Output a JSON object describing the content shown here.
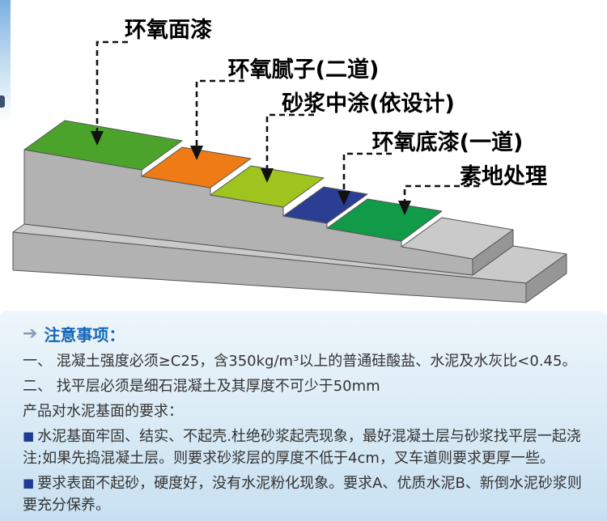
{
  "diagram": {
    "labels": [
      {
        "text": "环氧面漆"
      },
      {
        "text": "环氧腻子(二道)"
      },
      {
        "text": "砂浆中涂(依设计)"
      },
      {
        "text": "环氧底漆(一道)"
      },
      {
        "text": "素地处理"
      }
    ],
    "colors": {
      "topcoat": "#4ca32c",
      "putty": "#ee7b16",
      "mortar": "#9fc41e",
      "primer": "#2a3f93",
      "base_treatment": "#119a48",
      "concrete_top": "#cacaca",
      "concrete_front": "#b2b2b2",
      "concrete_side": "#969696"
    }
  },
  "notes": {
    "header": {
      "arrow": "➔",
      "title": "注意事项："
    },
    "lines": [
      {
        "text": "一、 混凝土强度必须≥C25，含350kg/m³以上的普通硅酸盐、水泥及水灰比<0.45。"
      },
      {
        "text": "二、 找平层必须是细石混凝土及其厚度不可少于50mm"
      },
      {
        "text": "产品对水泥基面的要求："
      },
      {
        "bullet": "■",
        "text": "水泥基面牢固、结实、不起壳.杜绝砂浆起壳现象，最好混凝土层与砂浆找平层一起浇注;如果先捣混凝土层。则要求砂浆层的厚度不低于4cm，叉车道则要求更厚一些。"
      },
      {
        "bullet": "■",
        "text": "要求表面不起砂，硬度好，没有水泥粉化现象。要求A、优质水泥B、新倒水泥砂浆则要充分保养。"
      }
    ]
  }
}
